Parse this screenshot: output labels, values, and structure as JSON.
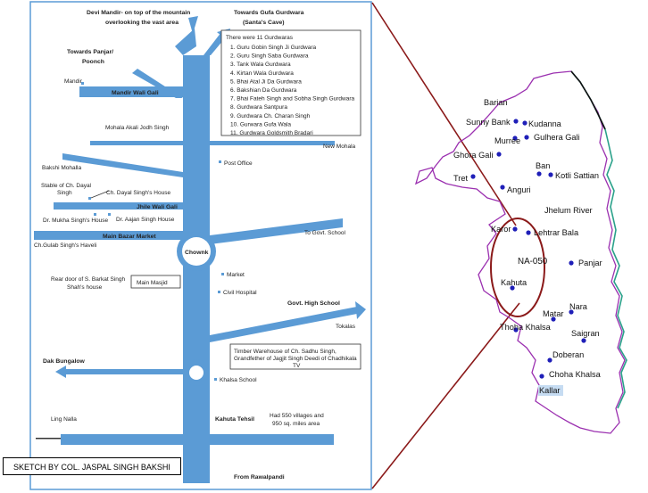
{
  "sketch": {
    "top_left_label": "Devi Mandir- on top of the mountain",
    "top_left_label_2": "overlooking the vast area",
    "top_right_label": "Towards Gufa Gurdwara",
    "top_right_label_2": "(Santa's Cave)",
    "panjar_label": "Towards Panjar/",
    "panjar_label_2": "Poonch",
    "gurdwara_box": {
      "title": "There were 11 Gurdwaras",
      "items": [
        "1.    Guru Gobin Singh Ji Gurdwara",
        "2.    Guru Singh Saba Gurdwara",
        "3.    Tank Wala Gurdwara",
        "4.    Kirtan Wala Gurdwara",
        "5.    Bhai Atal Ji Da Gurdwara",
        "6.    Bakshian Da Gurdwara",
        "7.    Bhai Fateh Singh and Sobha Singh Gurdwara",
        "8.    Gurdwara Santpura",
        "9.    Gurdwara Ch. Charan Singh",
        "10.  Gurwara Gufa Wala",
        "11.  Gurdwara Goldsmith Bradari"
      ]
    },
    "mandir": "Mandir",
    "mandir_wali_gali": "Mandir Wali Gali",
    "mohala_akali": "Mohala Akali Jodh Singh",
    "new_mohala": "New Mohala",
    "bakshi_mohalla": "Bakshi Mohalla",
    "post_office": "Post Office",
    "stable_1": "Stable of Ch. Dayal",
    "stable_2": "Singh",
    "dayal_house": "Ch. Dayal Singh's House",
    "jhile_wali_gali": "Jhile Wali Gali",
    "mukha_house": "Dr. Mukha Singh's House",
    "aajan_house": "Dr. Aajan Singh House",
    "main_bazar": "Main Bazar  Market",
    "to_govt_school": "To Govt. School",
    "gulab_haveli": "Ch.Gulab Singh's Haveli",
    "chownk": "Chownk",
    "rear_door_1": "Rear door of S. Barkat Singh",
    "rear_door_2": "Shah's house",
    "main_masjid": "Main Masjid",
    "market": "Market",
    "civil_hospital": "Civil Hospital",
    "govt_high_school": "Govt. High School",
    "tokalas": "Tokalas",
    "timber_1": "Timber Warehouse of Ch. Sadhu Singh,",
    "timber_2": "Grandfether of Jagjit Singh Deedi of Chadhikala",
    "timber_3": "TV",
    "dak_bungalow": "Dak Bungalow",
    "khalsa_school": "Khalsa School",
    "ling_nalla": "Ling Nalla",
    "kahuta_tehsil": "Kahuta Tehsil",
    "villages_1": "Had 550 villages and",
    "villages_2": "950 sq. miles area",
    "from_rawalpandi": "From Rawalpandi",
    "caption": "SKETCH BY COL. JASPAL  SINGH BAKSHI"
  },
  "map": {
    "places": {
      "barian": "Barian",
      "sunny_bank": "Sunny Bank",
      "kudanna": "Kudanna",
      "murree": "Murree",
      "gulhera_gali": "Gulhera Gali",
      "ghora_gali": "Ghora Gali",
      "ban": "Ban",
      "kotli_sattian": "Kotli Sattian",
      "tret": "Tret",
      "anguri": "Anguri",
      "jhelum_river": "Jhelum River",
      "karor": "Karor",
      "lehtrar_bala": "Lehtrar Bala",
      "na_050": "NA-050",
      "panjar": "Panjar",
      "kahuta": "Kahuta",
      "nara": "Nara",
      "matar": "Matar",
      "thoha_khalsa": "Thoha Khalsa",
      "saigran": "Saigran",
      "doberan": "Doberan",
      "choha_khalsa": "Choha Khalsa",
      "kallar": "Kallar"
    }
  },
  "colors": {
    "road": "#5b9bd5",
    "boundary": "#9b30b0",
    "river": "#2aa18a",
    "marker": "#1f1fb8",
    "highlight": "#8b1a1a"
  }
}
